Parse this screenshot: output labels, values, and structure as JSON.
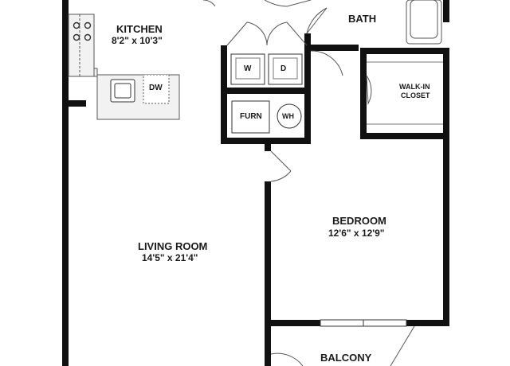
{
  "rooms": {
    "kitchen": {
      "name": "KITCHEN",
      "dims": "8'2\" x 10'3\""
    },
    "bath": {
      "name": "BATH"
    },
    "walk_in_closet": {
      "line1": "WALK-IN",
      "line2": "CLOSET"
    },
    "bedroom": {
      "name": "BEDROOM",
      "dims": "12'6\" x 12'9\""
    },
    "living_room": {
      "name": "LIVING ROOM",
      "dims": "14'5\" x 21'4\""
    },
    "balcony": {
      "name": "BALCONY"
    }
  },
  "fixtures": {
    "dishwasher": "DW",
    "washer": "W",
    "dryer": "D",
    "furnace": "FURN",
    "water_heater": "WH"
  },
  "colors": {
    "wall": "#111111",
    "line": "#555555",
    "counter": "#f2f2f2"
  }
}
